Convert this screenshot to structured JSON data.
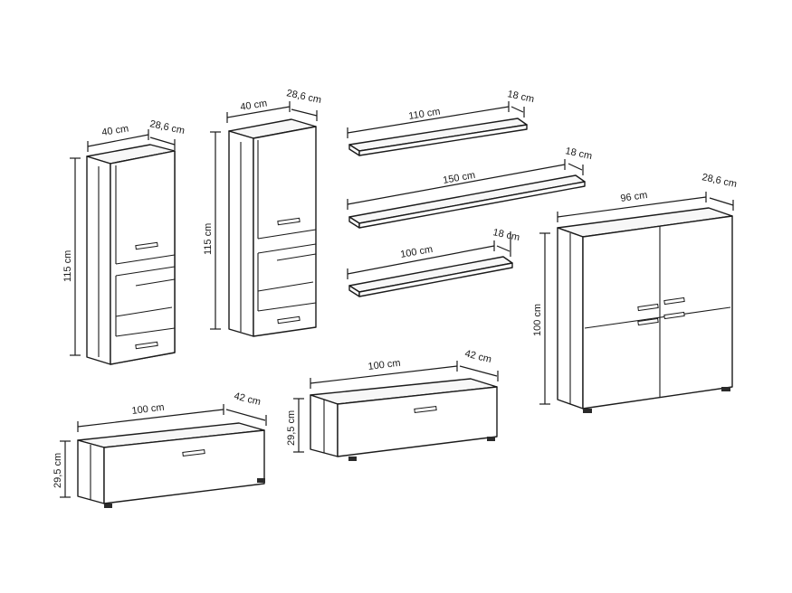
{
  "labels": {
    "a_w": "40 cm",
    "a_d": "28,6 cm",
    "a_h": "115 cm",
    "b_w": "40 cm",
    "b_d": "28,6 cm",
    "b_h": "115 cm",
    "s1_w": "110 cm",
    "s1_d": "18 cm",
    "s2_w": "150 cm",
    "s2_d": "18 cm",
    "s3_w": "100 cm",
    "s3_d": "18 cm",
    "c_w": "96 cm",
    "c_d": "28,6 cm",
    "c_h": "100 cm",
    "t1_w": "100 cm",
    "t1_d": "42 cm",
    "t1_h": "29,5 cm",
    "t2_w": "100 cm",
    "t2_d": "42 cm",
    "t2_h": "29,5 cm"
  },
  "colors": {
    "line": "#1b1b1b",
    "background": "#ffffff"
  }
}
